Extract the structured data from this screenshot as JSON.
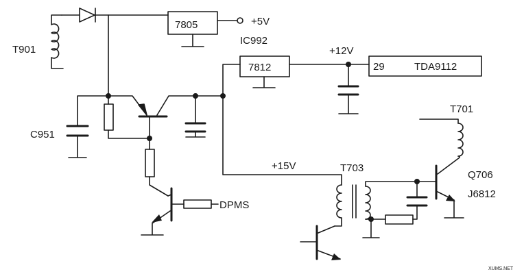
{
  "labels": {
    "t901": "T901",
    "c951": "C951",
    "reg_7805": "7805",
    "plus5v": "+5V",
    "ic992": "IC992",
    "reg_7812": "7812",
    "plus12v": "+12V",
    "pin29": "29",
    "tda9112": "TDA9112",
    "t701": "T701",
    "q706": "Q706",
    "j6812": "J6812",
    "plus15v": "+15V",
    "t703": "T703",
    "dpms": "DPMS",
    "watermark": "XUMS.NET"
  }
}
